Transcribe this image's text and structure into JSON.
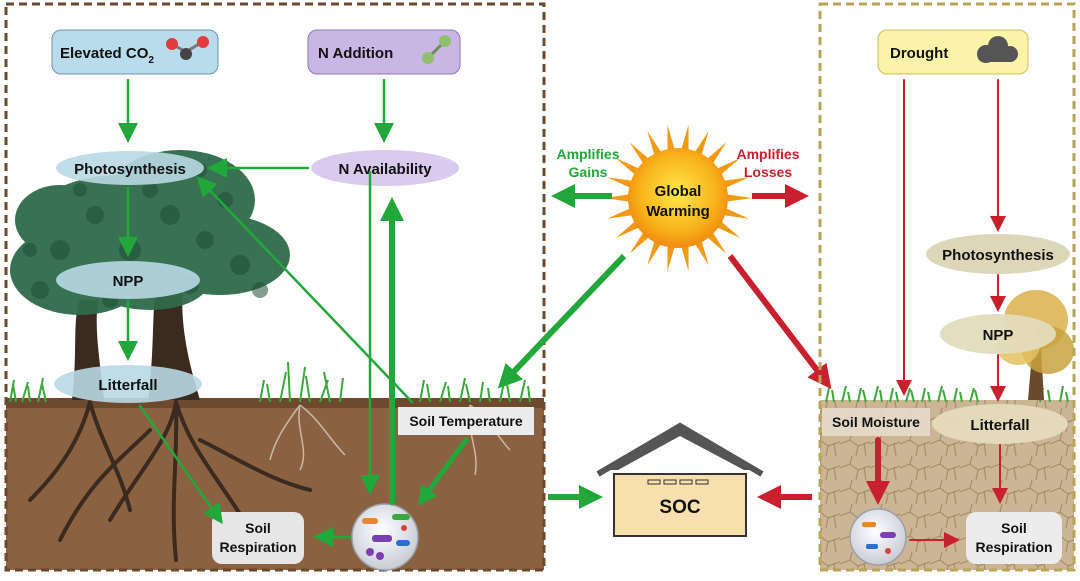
{
  "left_panel": {
    "drivers": {
      "co2_label": "Elevated CO",
      "co2_subscript": "2",
      "n_addition": "N Addition"
    },
    "nodes": {
      "photosynthesis": "Photosynthesis",
      "n_availability": "N Availability",
      "npp": "NPP",
      "litterfall": "Litterfall",
      "soil_temperature": "Soil Temperature",
      "soil_respiration_line1": "Soil",
      "soil_respiration_line2": "Respiration"
    }
  },
  "center": {
    "sun_line1": "Global",
    "sun_line2": "Warming",
    "gains_line1": "Amplifies",
    "gains_line2": "Gains",
    "losses_line1": "Amplifies",
    "losses_line2": "Losses",
    "soc": "SOC"
  },
  "right_panel": {
    "drought": "Drought",
    "photosynthesis": "Photosynthesis",
    "npp": "NPP",
    "soil_moisture": "Soil Moisture",
    "litterfall": "Litterfall",
    "soil_respiration_line1": "Soil",
    "soil_respiration_line2": "Respiration"
  },
  "colors": {
    "gain_arrow": "#22a83a",
    "loss_arrow": "#c8202e",
    "left_border": "#6b4a2b",
    "right_border": "#b8a35a",
    "co2_box": "#b9dcec",
    "n_box": "#c9b6e4",
    "drought_box": "#fbf3a8",
    "sun": "#f6b417"
  },
  "icons": [
    "co2-molecule-icon",
    "n2-molecule-icon",
    "cloud-icon",
    "sun-icon",
    "microbe-icon",
    "tree-icon",
    "grass-icon",
    "house-icon"
  ]
}
